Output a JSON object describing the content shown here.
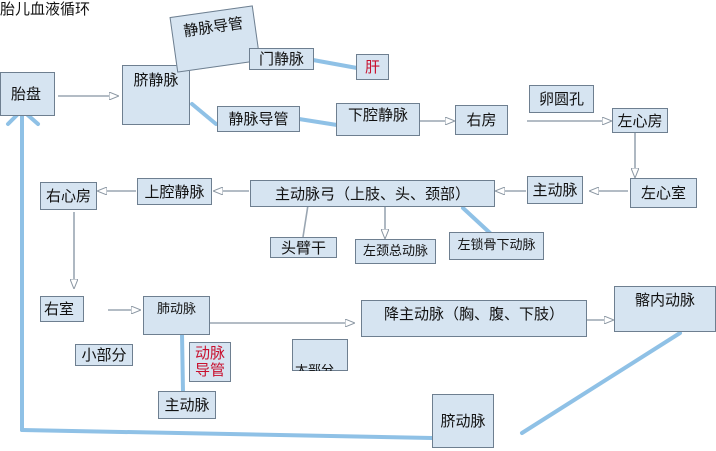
{
  "title": "胎儿血液循环",
  "nodes": {
    "placenta": "胎盘",
    "umbilical_vein": "脐静脉",
    "ductus_venosus_top": "静脉导管",
    "portal_vein": "门静脉",
    "liver": "肝",
    "ductus_venosus": "静脉导管",
    "ivc": "下腔静脉",
    "right_atrium_mid": "右房",
    "foramen_ovale": "卵圆孔",
    "left_atrium": "左心房",
    "left_ventricle": "左心室",
    "aorta": "主动脉",
    "aortic_arch": "主动脉弓（上肢、头、颈部）",
    "svc": "上腔静脉",
    "right_atrium": "右心房",
    "brachiocephalic": "头臂干",
    "left_common_carotid": "左颈总动脉",
    "left_subclavian": "左锁骨下动脉",
    "right_ventricle": "右室",
    "pulmonary_artery": "肺动脉",
    "small_part": "小部分",
    "ductus_arteriosus": "动脉导管",
    "large_part": "大部分",
    "aorta_bottom": "主动脉",
    "descending_aorta": "降主动脉（胸、腹、下肢）",
    "internal_iliac": "髂内动脉",
    "umbilical_artery": "脐动脉"
  },
  "colors": {
    "box_fill": "#d6e4f1",
    "box_border": "#6e7f90",
    "arrow": "#9aa6b2",
    "connector": "#8fc1e6",
    "highlight_text": "#c8102e"
  }
}
